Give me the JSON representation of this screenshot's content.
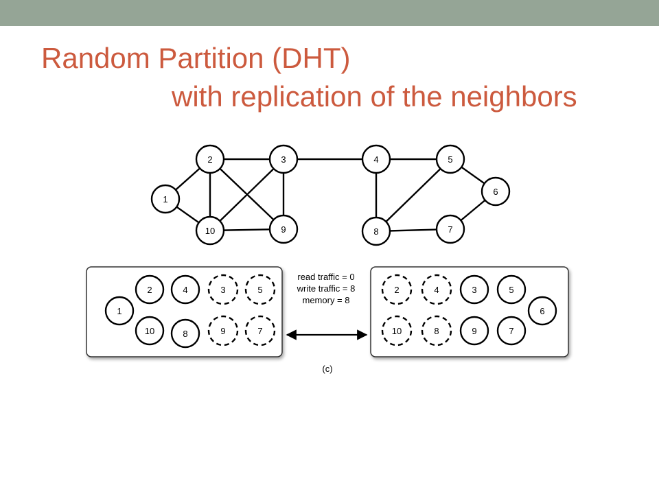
{
  "title": {
    "line1": "Random Partition (DHT)",
    "line2": "with replication of the neighbors"
  },
  "colors": {
    "title": "#cc5a3e",
    "topbar": "#95a596"
  },
  "graph": {
    "nodes": [
      "1",
      "2",
      "3",
      "4",
      "5",
      "6",
      "7",
      "8",
      "9",
      "10"
    ],
    "edges": [
      [
        "1",
        "2"
      ],
      [
        "1",
        "10"
      ],
      [
        "2",
        "3"
      ],
      [
        "2",
        "10"
      ],
      [
        "2",
        "9"
      ],
      [
        "3",
        "10"
      ],
      [
        "3",
        "9"
      ],
      [
        "10",
        "9"
      ],
      [
        "3",
        "4"
      ],
      [
        "4",
        "5"
      ],
      [
        "4",
        "8"
      ],
      [
        "5",
        "8"
      ],
      [
        "8",
        "7"
      ],
      [
        "5",
        "6"
      ],
      [
        "6",
        "7"
      ]
    ]
  },
  "partitions": {
    "left": {
      "owned": [
        "1",
        "2",
        "4",
        "10",
        "8"
      ],
      "replicas": [
        "3",
        "5",
        "9",
        "7"
      ]
    },
    "right": {
      "owned": [
        "3",
        "5",
        "6",
        "9",
        "7"
      ],
      "replicas": [
        "2",
        "4",
        "10",
        "8"
      ]
    }
  },
  "stats": {
    "read_traffic": "read traffic = 0",
    "write_traffic": "write traffic = 8",
    "memory": "memory = 8"
  },
  "caption": "(c)"
}
